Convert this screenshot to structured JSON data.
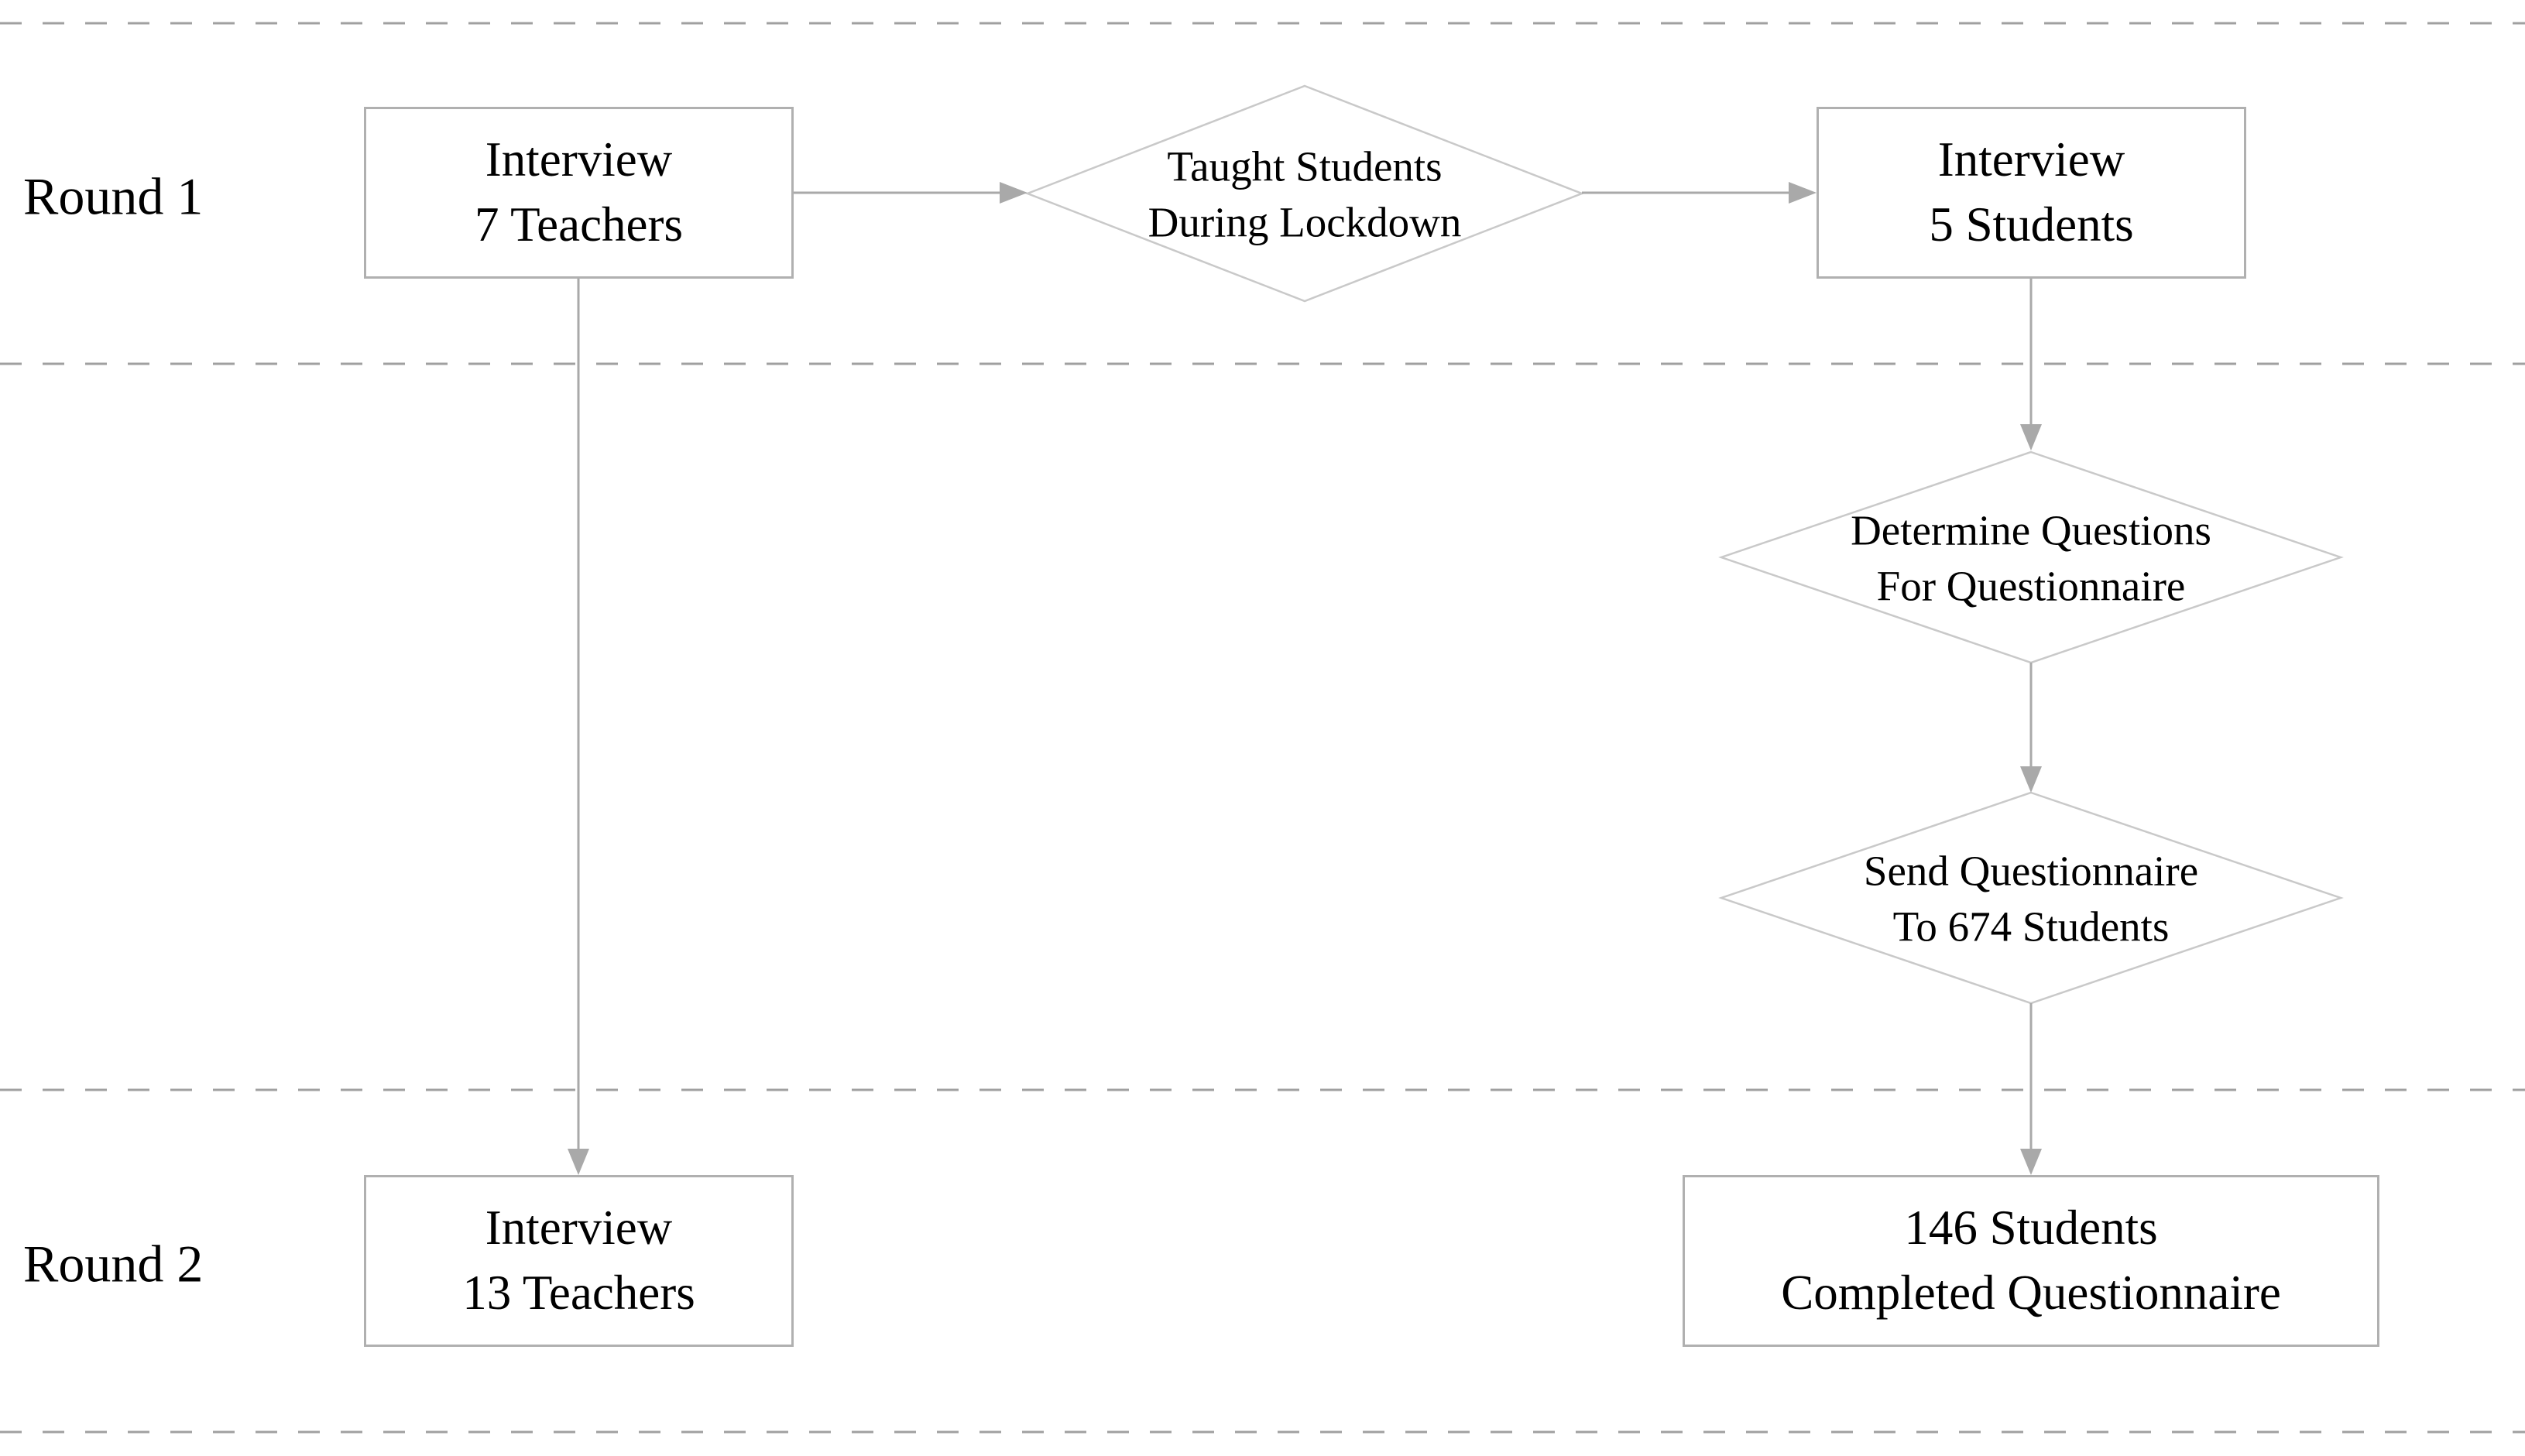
{
  "diagram": {
    "type": "flowchart",
    "colors": {
      "background": "#ffffff",
      "arrow": "#a9a9a9",
      "box_border": "#b0b0b0",
      "diamond_border": "#c9c9c9",
      "dashed_separator": "#a0a0a0",
      "text": "#000000"
    },
    "rounds": [
      {
        "label": "Round 1"
      },
      {
        "label": "Round 2"
      }
    ],
    "nodes": {
      "interview_7_teachers": {
        "shape": "rectangle",
        "line1": "Interview",
        "line2": "7 Teachers"
      },
      "taught_students": {
        "shape": "diamond",
        "line1": "Taught Students",
        "line2": "During Lockdown"
      },
      "interview_5_students": {
        "shape": "rectangle",
        "line1": "Interview",
        "line2": "5 Students"
      },
      "determine_questions": {
        "shape": "diamond",
        "line1": "Determine Questions",
        "line2": "For Questionnaire"
      },
      "send_questionnaire": {
        "shape": "diamond",
        "line1": "Send Questionnaire",
        "line2": "To 674 Students"
      },
      "students_completed": {
        "shape": "rectangle",
        "line1": "146 Students",
        "line2": "Completed Questionnaire"
      },
      "interview_13_teachers": {
        "shape": "rectangle",
        "line1": "Interview",
        "line2": "13 Teachers"
      }
    },
    "edges": [
      {
        "from": "interview_7_teachers",
        "to": "taught_students"
      },
      {
        "from": "taught_students",
        "to": "interview_5_students"
      },
      {
        "from": "interview_5_students",
        "to": "determine_questions"
      },
      {
        "from": "determine_questions",
        "to": "send_questionnaire"
      },
      {
        "from": "send_questionnaire",
        "to": "students_completed"
      },
      {
        "from": "interview_7_teachers",
        "to": "interview_13_teachers"
      }
    ]
  }
}
